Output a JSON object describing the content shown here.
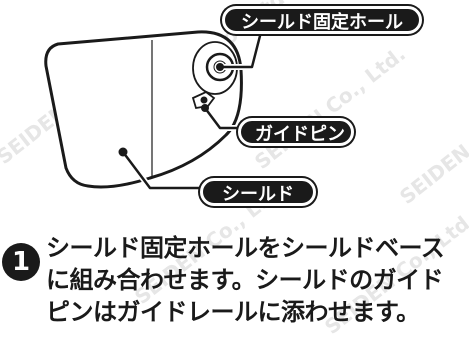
{
  "labels": {
    "shield_fixing_hole": "シールド固定ホール",
    "guide_pin": "ガイドピン",
    "shield": "シールド"
  },
  "step": {
    "number": "1",
    "lines": [
      "シールド固定ホールをシールドベース",
      "に組み合わせます。シールドのガイド",
      "ピンはガイドレールに添わせます。"
    ]
  },
  "watermark": {
    "text": "SEIDEN Co., Ltd."
  },
  "colors": {
    "ink": "#1a1a1a",
    "background": "#ffffff",
    "watermark": "#c8c8c8"
  }
}
